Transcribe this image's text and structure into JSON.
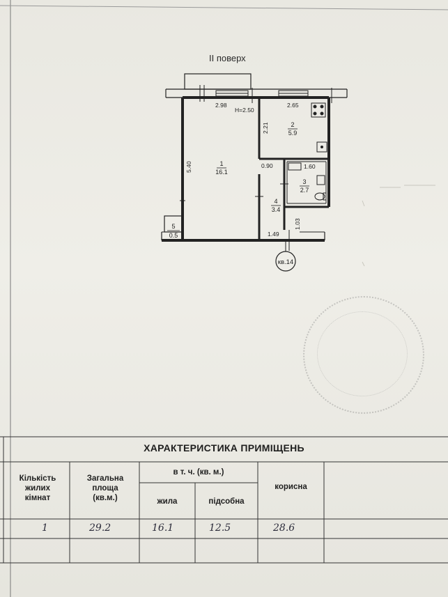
{
  "plan": {
    "floor_title": "ІІ поверх",
    "height_label": "H=2.50",
    "apartment_label": "кв.14",
    "dimensions": {
      "top_left": "2.98",
      "top_right": "2.65",
      "left_height": "5.40",
      "kitchen_height": "2.21",
      "door_width": "0.90",
      "bath_width": "1.60",
      "hall_width": "1.49",
      "hall_depth": "1.03"
    },
    "rooms": [
      {
        "number": "1",
        "area": "16.1"
      },
      {
        "number": "2",
        "area": "5.9"
      },
      {
        "number": "3",
        "area": "2.7"
      },
      {
        "number": "4",
        "area": "3.4"
      },
      {
        "number": "5",
        "area": "0.5"
      }
    ]
  },
  "table": {
    "title": "ХАРАКТЕРИСТИКА ПРИМІЩЕНЬ",
    "headers": {
      "rooms": "Кількість\nжилих\nкімнат",
      "total": "Загальна\nплоща\n(кв.м.)",
      "incl": "в т. ч. (кв. м.)",
      "living": "жила",
      "auxiliary": "підсобна",
      "useful": "корисна"
    },
    "values": {
      "rooms": "1",
      "total": "29.2",
      "living": "16.1",
      "auxiliary": "12.5",
      "useful": "28.6"
    }
  }
}
